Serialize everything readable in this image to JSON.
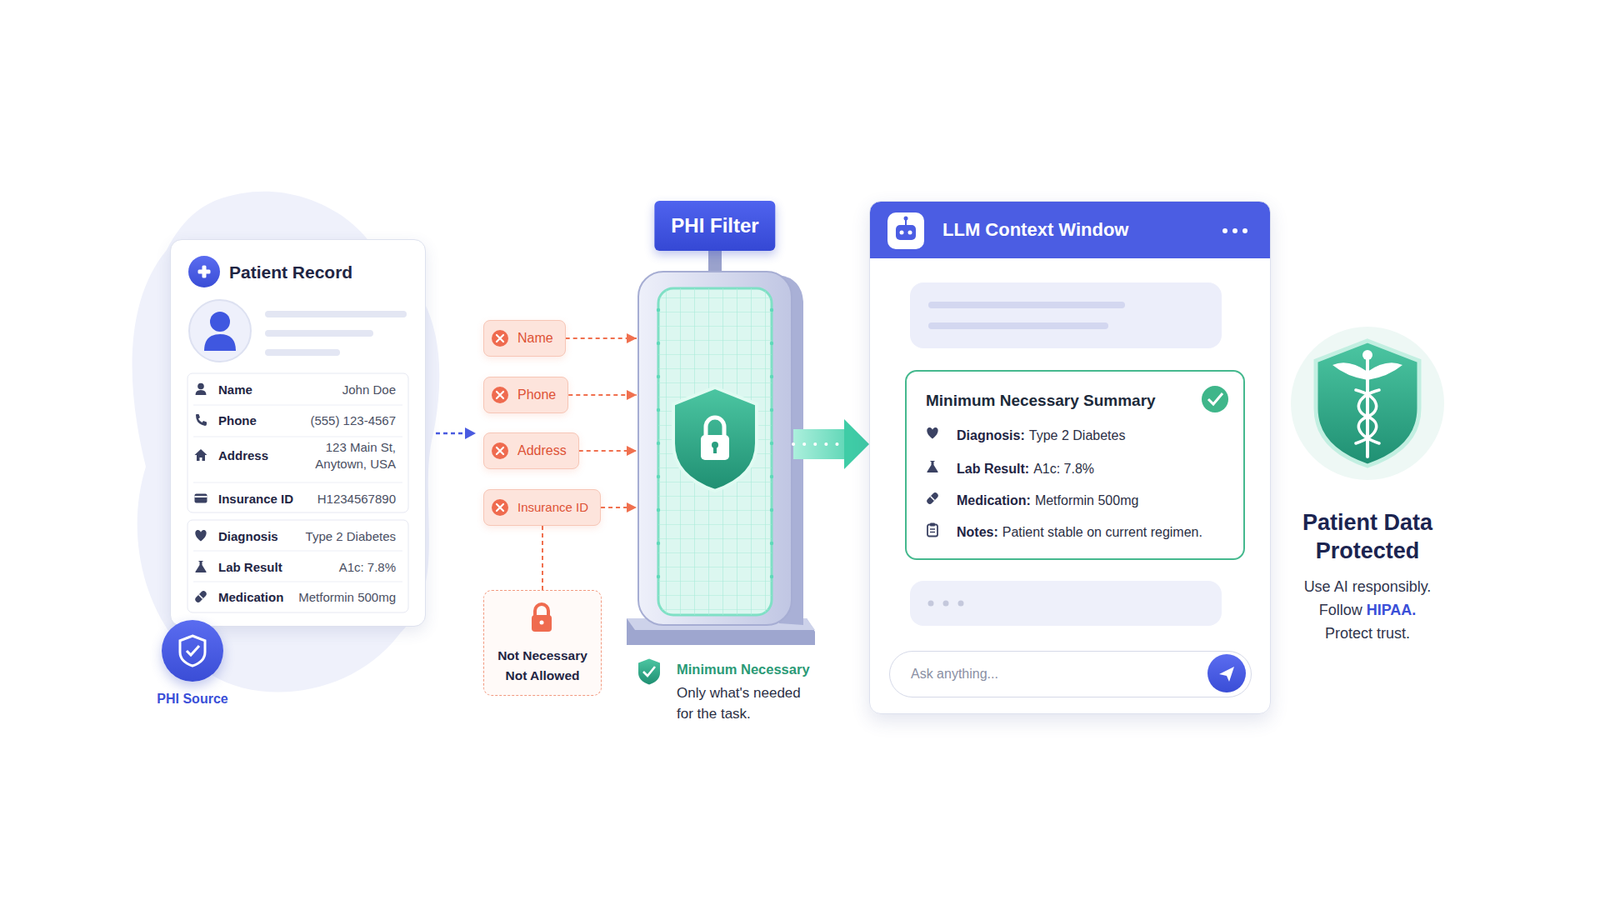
{
  "diagram": {
    "nodes": [
      {
        "text": [
          "Patient Record",
          "Name",
          "John Doe",
          "Phone",
          "(555) 123-4567",
          "Address",
          "123 Main St, Anytown, USA",
          "Insurance ID",
          "H1234567890",
          "Diagnosis",
          "Type 2 Diabetes",
          "Lab Result",
          "A1c: 7.8%",
          "Medication",
          "Metformin 500mg"
        ]
      },
      {
        "text": [
          "PHI Source"
        ]
      },
      {
        "text": [
          "Name"
        ]
      },
      {
        "text": [
          "Phone"
        ]
      },
      {
        "text": [
          "Address"
        ]
      },
      {
        "text": [
          "Insurance ID"
        ]
      },
      {
        "text": [
          "Not Necessary Not Allowed"
        ]
      },
      {
        "text": [
          "PHI Filter"
        ]
      },
      {
        "text": [
          "LLM Context Window"
        ]
      },
      {
        "text": [
          "Minimum Necessary Summary",
          "Diagnosis:",
          "Type 2 Diabetes",
          "Lab Result:",
          "A1c: 7.8%",
          "Medication:",
          "Metformin 500mg",
          "Notes:",
          "Patient stable on current regimen."
        ],
        "in": 8
      },
      {
        "text": [
          "Ask anything..."
        ],
        "in": 8
      }
    ],
    "edges": [
      {
        "from": 2,
        "to": 7,
        "arrow": "to"
      },
      {
        "from": 3,
        "to": 7,
        "arrow": "to"
      },
      {
        "from": 4,
        "to": 7,
        "arrow": "to"
      },
      {
        "from": 5,
        "to": 7,
        "arrow": "to"
      },
      {
        "from": 5,
        "to": 6,
        "arrow": "none"
      },
      {
        "from": 7,
        "to": 8,
        "arrow": "to"
      }
    ],
    "labels": [
      "Minimum Necessary",
      "Only what's needed for the task.",
      "Patient Data Protected",
      "Use AI responsibly.",
      "Follow",
      "HIPAA.",
      "Protect trust."
    ]
  }
}
